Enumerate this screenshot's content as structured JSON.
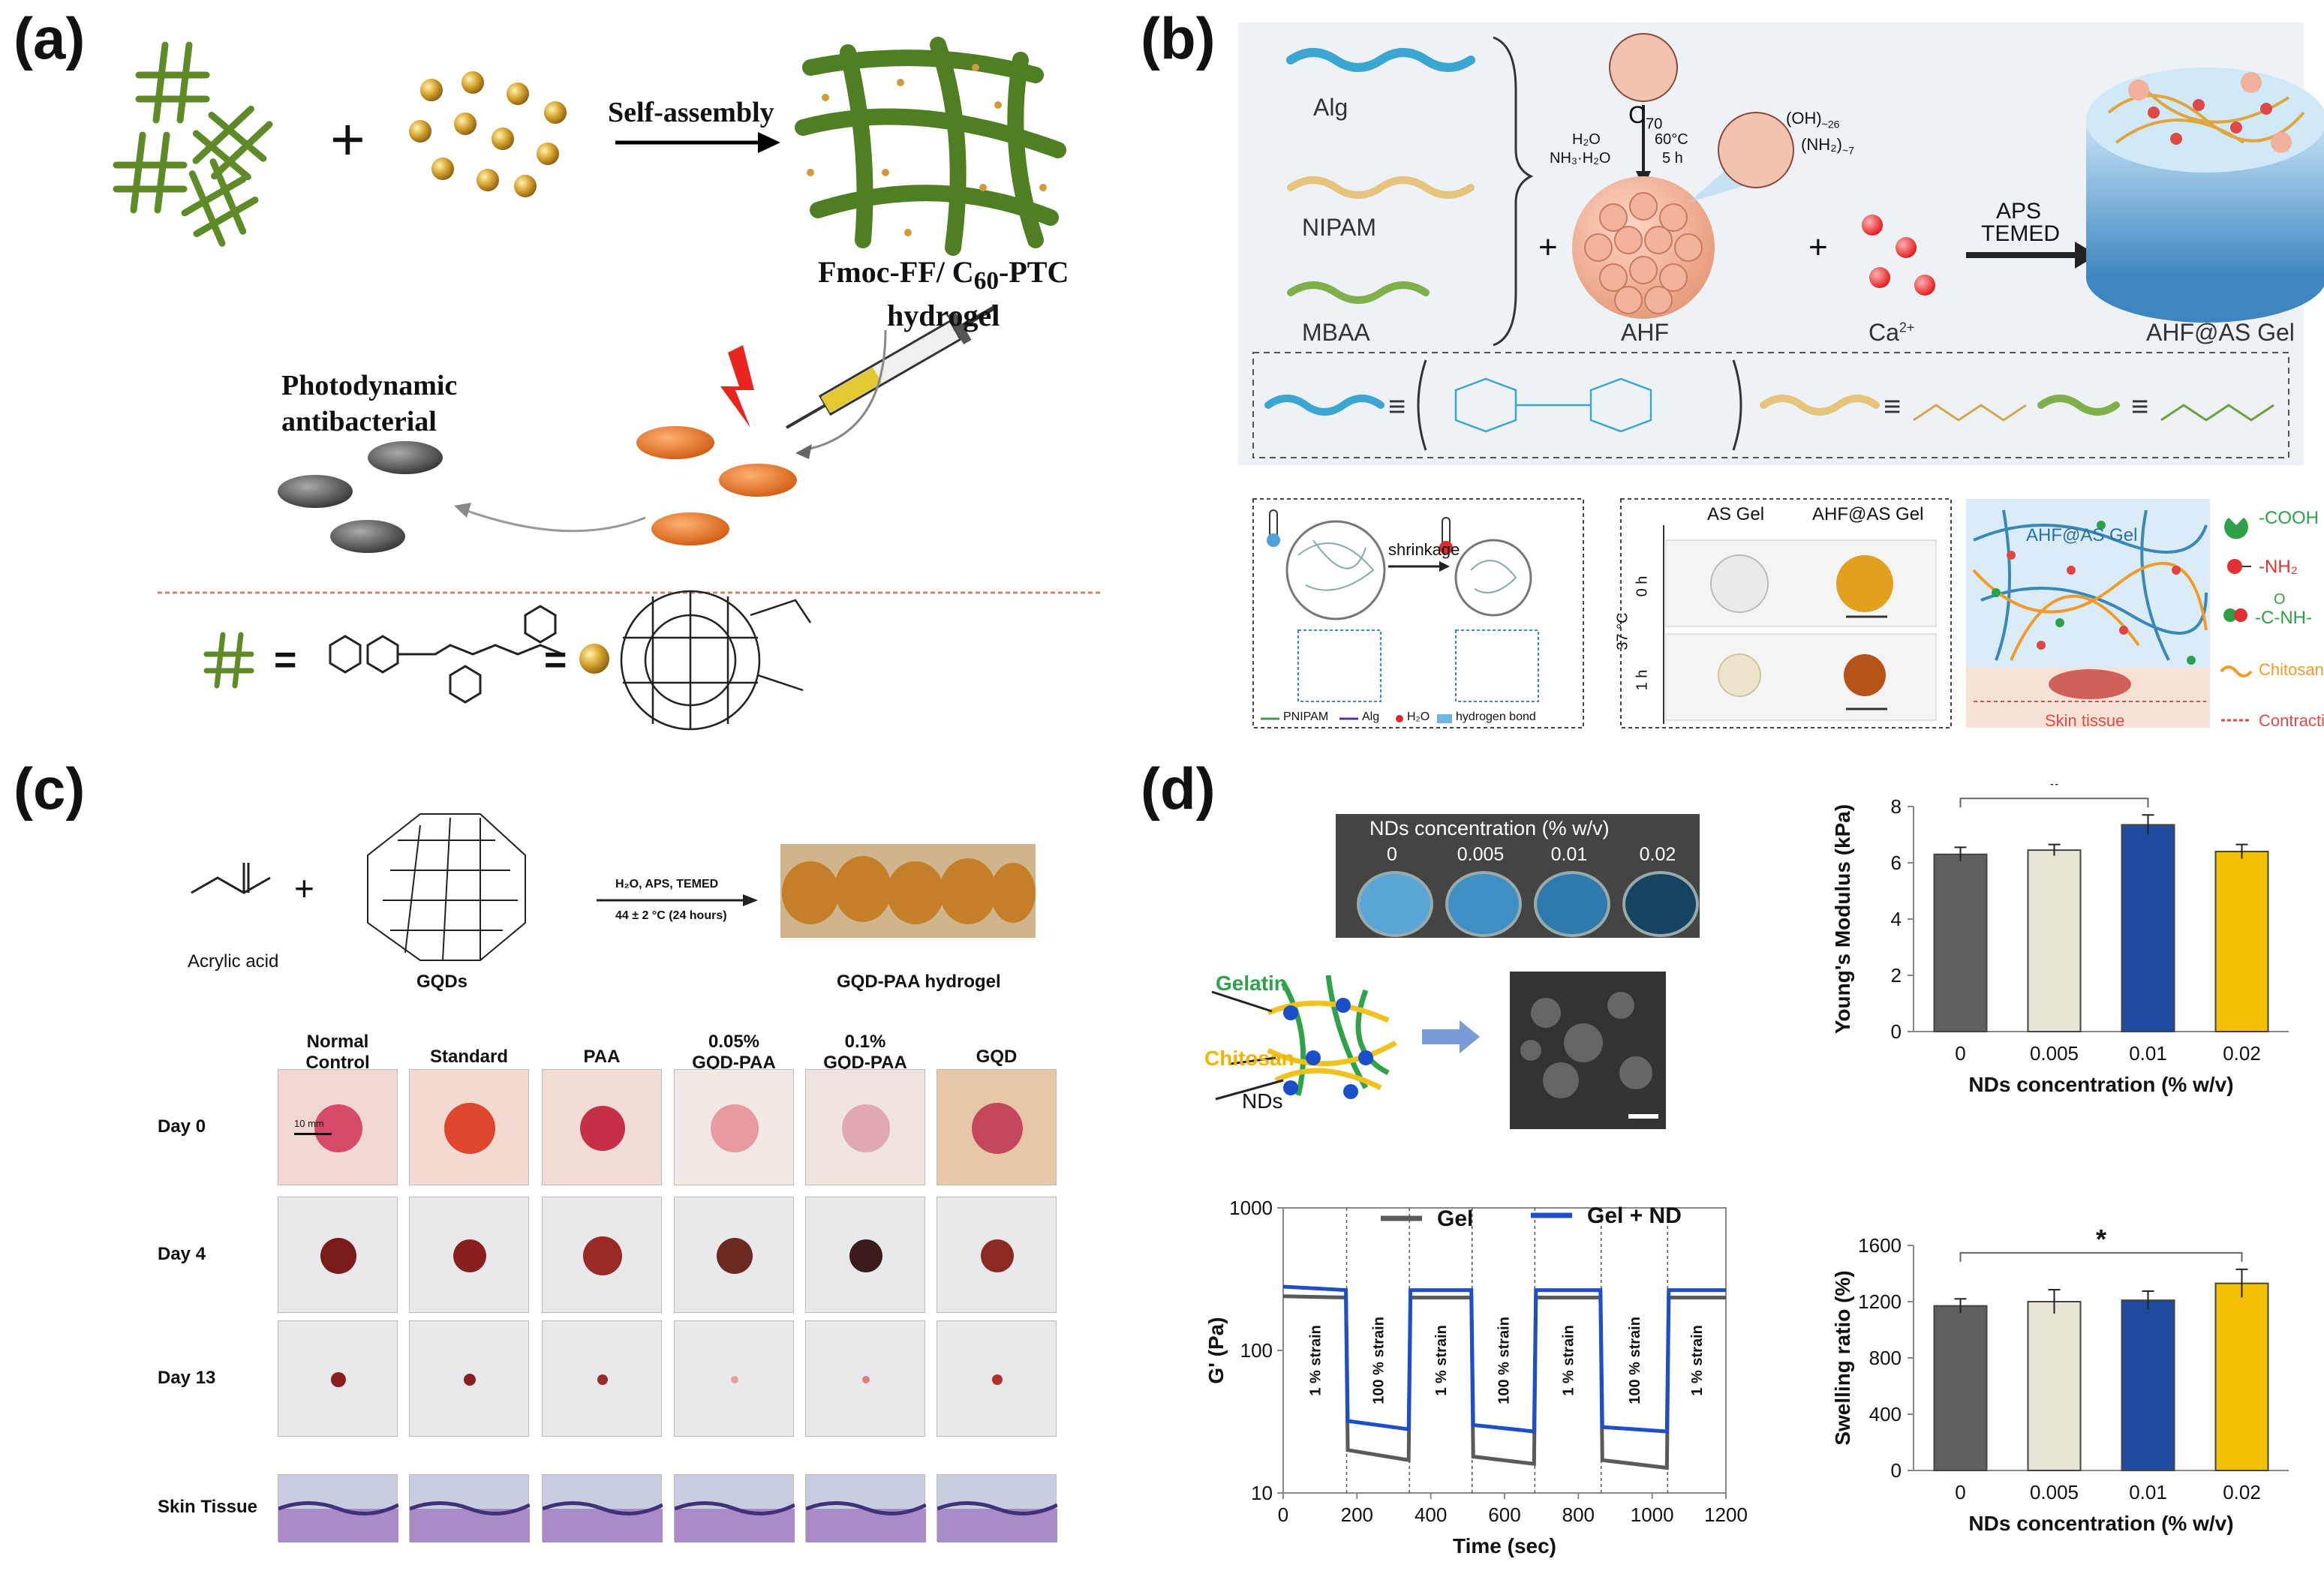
{
  "panels": {
    "a": {
      "label": "(a)",
      "self_assembly": "Self-assembly",
      "plus": "+",
      "hydrogel_line1": "Fmoc-FF/ C",
      "hydrogel_sub": "60",
      "hydrogel_line1b": "-PTC",
      "hydrogel_line2": "hydrogel",
      "photodynamic_line1": "Photodynamic",
      "photodynamic_line2": "antibacterial",
      "equals": "="
    },
    "b": {
      "label": "(b)",
      "alg": "Alg",
      "nipam": "NIPAM",
      "mbaa": "MBAA",
      "c70": "C",
      "c70_sub": "70",
      "cond1": "H₂O",
      "cond2": "NH₃·H₂O",
      "cond_temp": "60°C",
      "cond_time": "5 h",
      "oh": "(OH)",
      "oh_sub": "~26",
      "nh2": "(NH₂)",
      "nh2_sub": "~7",
      "ahf": "AHF",
      "ca": "Ca",
      "ca_sup": "2+",
      "aps": "APS",
      "temed": "TEMED",
      "ahf_gel": "AHF@AS Gel",
      "plus": "+",
      "shrinkage": "shrinkage",
      "legend_pnipam": "PNIPAM",
      "legend_alg": "Alg",
      "legend_h2o": "H₂O",
      "legend_hbond": "hydrogen bond",
      "as_gel": "AS Gel",
      "ahf_as_gel": "AHF@AS Gel",
      "time0": "0 h",
      "time1": "1 h",
      "temp": "37 °C",
      "cooh": "-COOH",
      "nh2_legend": "-NH₂",
      "conh": "-C-NH-",
      "conh_o": "O",
      "chitosan": "Chitosan",
      "contractile": "Contractile force",
      "skin": "Skin tissue",
      "gel_in_img": "AHF@AS Gel"
    },
    "c": {
      "label": "(c)",
      "plus": "+",
      "acrylic": "Acrylic acid",
      "gqds": "GQDs",
      "cond": "H₂O, APS, TEMED",
      "cond2": "44 ± 2 °C  (24 hours)",
      "gqd_paa": "GQD-PAA hydrogel",
      "columns": [
        "Normal\nControl",
        "Standard",
        "PAA",
        "0.05%\nGQD-PAA",
        "0.1%\nGQD-PAA",
        "GQD"
      ],
      "rows": [
        "Day 0",
        "Day 4",
        "Day 13",
        "Skin Tissue"
      ],
      "scale": "10 mm"
    },
    "d": {
      "label": "(d)",
      "nds_conc_title": "NDs concentration (% w/v)",
      "well_labels": [
        "0",
        "0.005",
        "0.01",
        "0.02"
      ],
      "gelatin": "Gelatin",
      "chitosan": "Chitosan",
      "nds": "NDs"
    }
  },
  "chart_data": [
    {
      "type": "bar",
      "categories": [
        "0",
        "0.005",
        "0.01",
        "0.02"
      ],
      "values": [
        6.3,
        6.45,
        7.35,
        6.4
      ],
      "errors": [
        0.25,
        0.2,
        0.35,
        0.25
      ],
      "colors": [
        "#606060",
        "#e6e4d4",
        "#1e4ba0",
        "#f3c100"
      ],
      "xlabel": "NDs concentration (% w/v)",
      "ylabel": "Young's Modulus (kPa)",
      "ylim": [
        0,
        8
      ],
      "yticks": [
        0,
        2,
        4,
        6,
        8
      ],
      "significance": "*"
    },
    {
      "type": "bar",
      "categories": [
        "0",
        "0.005",
        "0.01",
        "0.02"
      ],
      "values": [
        1170,
        1200,
        1210,
        1330
      ],
      "errors": [
        50,
        85,
        65,
        100
      ],
      "colors": [
        "#606060",
        "#e6e4d4",
        "#1e4ba0",
        "#f3c100"
      ],
      "xlabel": "NDs concentration (% w/v)",
      "ylabel": "Swelling ratio (%)",
      "ylim": [
        0,
        1600
      ],
      "yticks": [
        0,
        400,
        800,
        1200,
        1600
      ],
      "significance": "*"
    },
    {
      "type": "line",
      "log_y": true,
      "ylim": [
        10,
        1000
      ],
      "xlim": [
        0,
        1200
      ],
      "xticks": [
        0,
        200,
        400,
        600,
        800,
        1000,
        1200
      ],
      "yticks": [
        10,
        100,
        1000
      ],
      "xlabel": "Time (sec)",
      "ylabel": "G' (Pa)",
      "strain_labels": [
        "1 % strain",
        "100 % strain",
        "1 % strain",
        "100 % strain",
        "1 % strain",
        "100 % strain",
        "1 % strain"
      ],
      "series": [
        {
          "name": "Gel",
          "color": "#5a5a5a",
          "x": [
            0,
            170,
            175,
            340,
            345,
            510,
            515,
            680,
            685,
            860,
            865,
            1040,
            1045,
            1200
          ],
          "y": [
            240,
            235,
            20,
            17,
            235,
            235,
            18,
            16,
            235,
            235,
            17,
            15,
            235,
            235
          ]
        },
        {
          "name": "Gel + ND",
          "color": "#1f4fc8",
          "x": [
            0,
            170,
            175,
            340,
            345,
            510,
            515,
            680,
            685,
            860,
            865,
            1040,
            1045,
            1200
          ],
          "y": [
            280,
            265,
            32,
            28,
            265,
            265,
            30,
            27,
            265,
            265,
            29,
            27,
            265,
            265
          ]
        }
      ]
    }
  ]
}
